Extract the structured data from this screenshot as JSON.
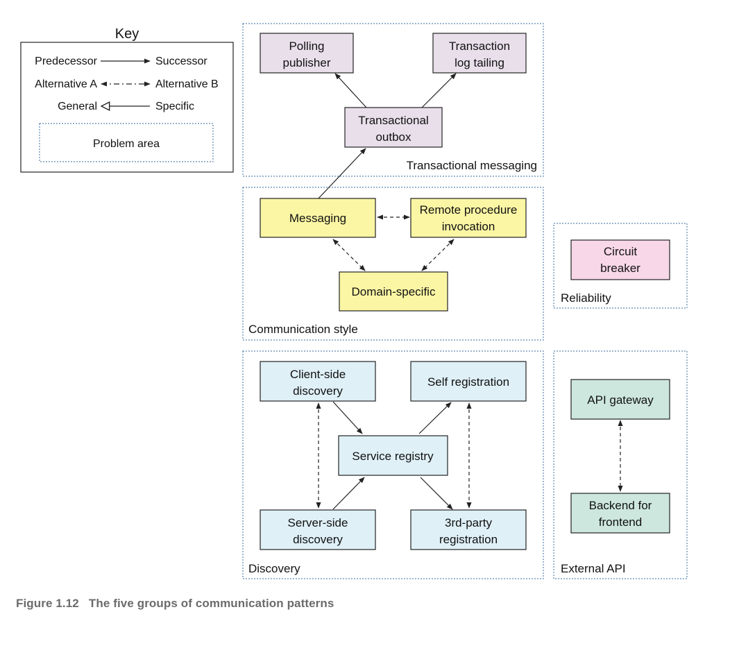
{
  "colors": {
    "messaging_fill": "#e9dfeb",
    "communication_fill": "#fbf6a4",
    "reliability_fill": "#f7d7e8",
    "discovery_fill": "#dff0f7",
    "external_fill": "#cde7df",
    "area_border": "#5a86b0",
    "stroke": "#222222"
  },
  "key": {
    "title": "Key",
    "predecessor": "Predecessor",
    "successor": "Successor",
    "alternative_a": "Alternative A",
    "alternative_b": "Alternative B",
    "general": "General",
    "specific": "Specific",
    "problem_area": "Problem area"
  },
  "areas": {
    "transactional_messaging": "Transactional messaging",
    "communication_style": "Communication style",
    "reliability": "Reliability",
    "discovery": "Discovery",
    "external_api": "External API"
  },
  "nodes": {
    "polling_publisher": [
      "Polling",
      "publisher"
    ],
    "transaction_log_tailing": [
      "Transaction",
      "log tailing"
    ],
    "transactional_outbox": [
      "Transactional",
      "outbox"
    ],
    "messaging": [
      "Messaging"
    ],
    "remote_procedure_invocation": [
      "Remote procedure",
      "invocation"
    ],
    "domain_specific": [
      "Domain-specific"
    ],
    "circuit_breaker": [
      "Circuit",
      "breaker"
    ],
    "client_side_discovery": [
      "Client-side",
      "discovery"
    ],
    "self_registration": [
      "Self registration"
    ],
    "service_registry": [
      "Service registry"
    ],
    "server_side_discovery": [
      "Server-side",
      "discovery"
    ],
    "third_party_registration": [
      "3rd-party",
      "registration"
    ],
    "api_gateway": [
      "API gateway"
    ],
    "backend_for_frontend": [
      "Backend for",
      "frontend"
    ]
  },
  "caption": {
    "figure_number": "Figure 1.12",
    "text": "The five groups of communication patterns"
  }
}
